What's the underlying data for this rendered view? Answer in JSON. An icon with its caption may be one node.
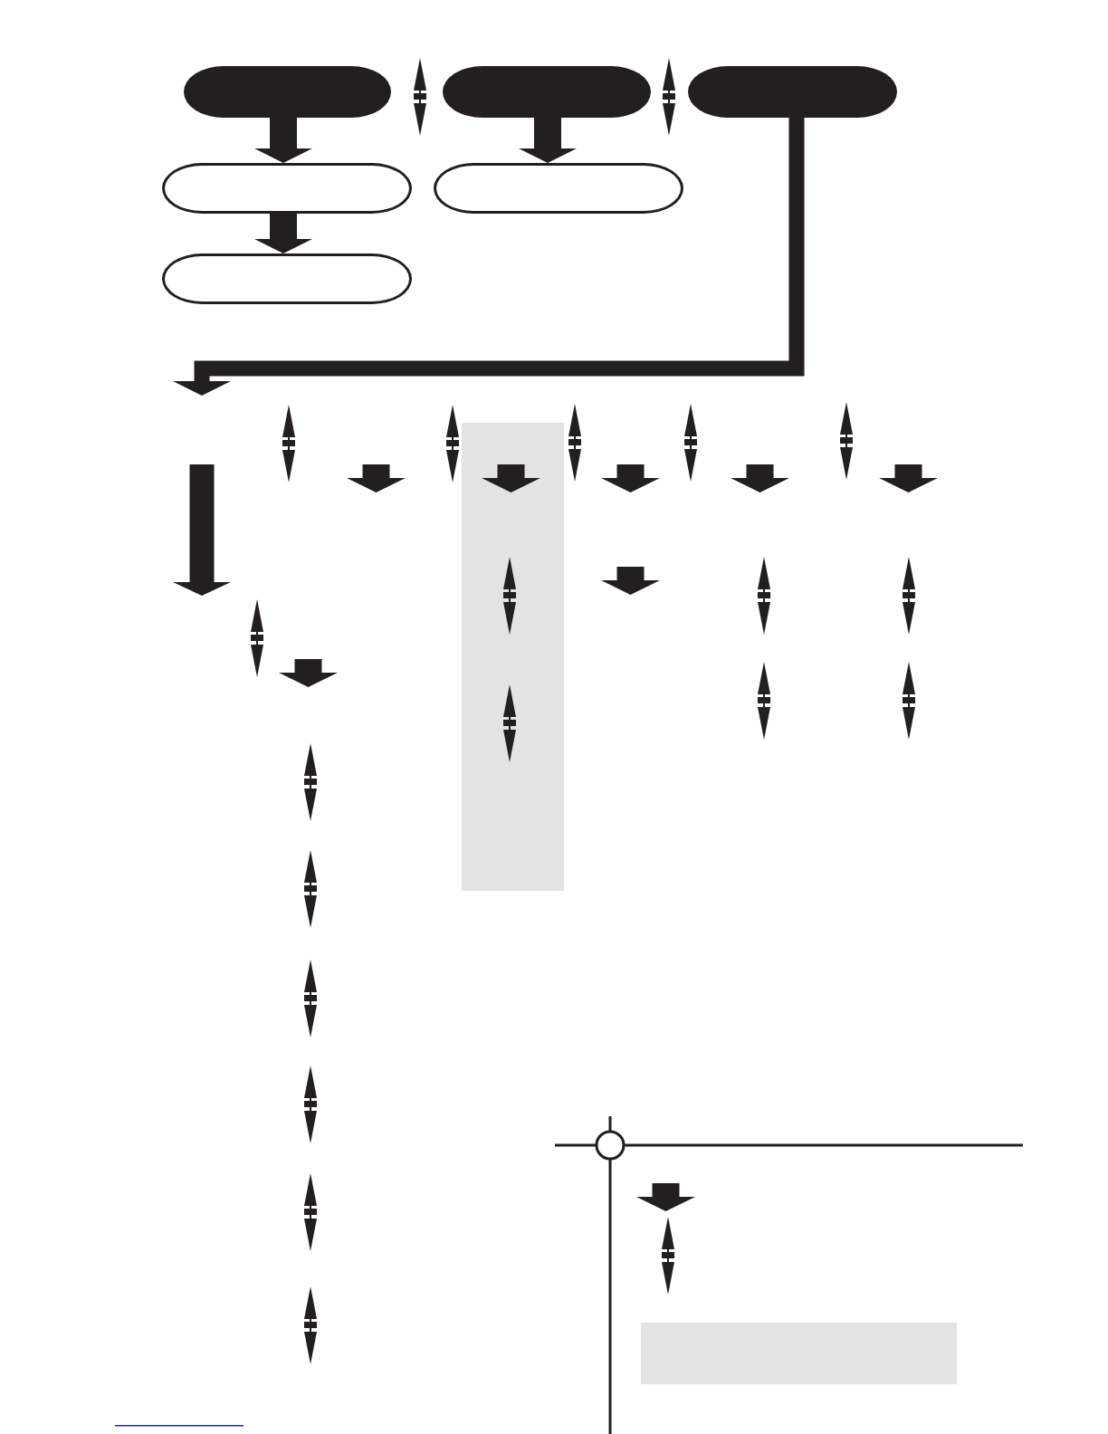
{
  "diagram": {
    "nodes": [
      {
        "text": [],
        "shape": "box"
      },
      {
        "text": [],
        "shape": "box"
      },
      {
        "text": [],
        "shape": "box"
      },
      {
        "text": [],
        "shape": "box"
      },
      {
        "text": [],
        "shape": "box"
      },
      {
        "text": [],
        "shape": "box"
      },
      {
        "text": [],
        "shape": "box"
      },
      {
        "text": [],
        "shape": "box"
      }
    ],
    "edges": [
      {
        "from": 0,
        "to": 3,
        "arrow": "to"
      },
      {
        "from": 3,
        "to": 5,
        "arrow": "to"
      },
      {
        "from": 1,
        "to": 4,
        "arrow": "to"
      },
      {
        "from": 2,
        "to": null,
        "arrow": "to"
      }
    ]
  }
}
